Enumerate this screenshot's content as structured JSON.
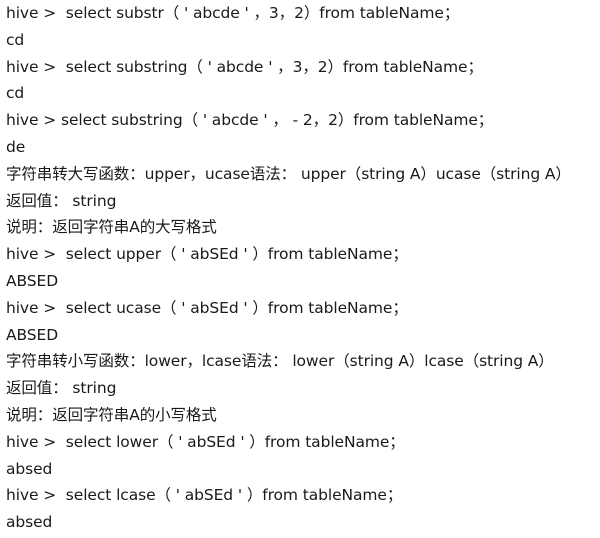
{
  "document": {
    "lines": [
      "hive >  select substr（ ' abcde ' ，3，2）from tableName；",
      "cd",
      "hive >  select substring（ ' abcde ' ，3，2）from tableName；",
      "cd",
      "hive > select substring（ ' abcde ' ， - 2，2）from tableName；",
      "de",
      "字符串转大写函数：upper，ucase语法： upper（string A）ucase（string A）",
      "返回值： string",
      "说明：返回字符串A的大写格式",
      "hive >  select upper（ ' abSEd ' ）from tableName；",
      "ABSED",
      "hive >  select ucase（ ' abSEd ' ）from tableName；",
      "ABSED",
      "字符串转小写函数：lower，lcase语法： lower（string A）lcase（string A）",
      "返回值： string",
      "说明：返回字符串A的小写格式",
      "hive >  select lower（ ' abSEd ' ）from tableName；",
      "absed",
      "hive >  select lcase（ ' abSEd ' ）from tableName；",
      "absed"
    ]
  }
}
